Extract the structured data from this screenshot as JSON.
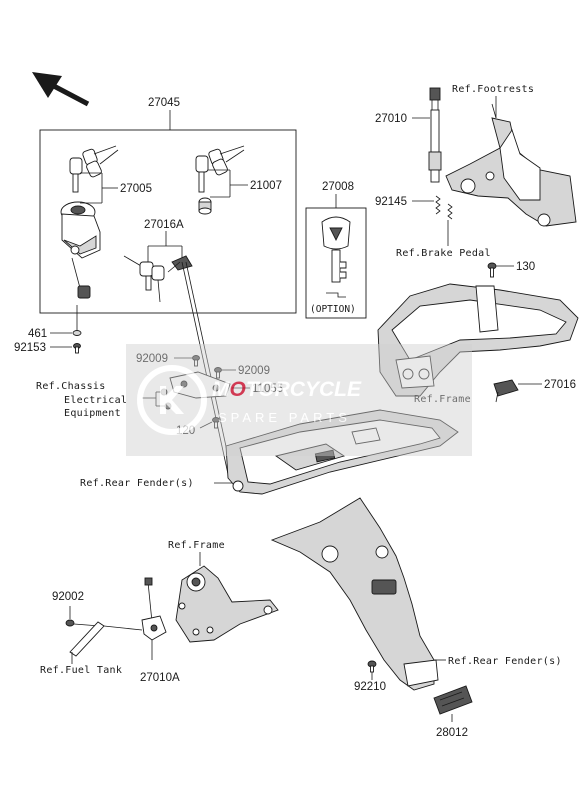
{
  "part_numbers": {
    "p27045": "27045",
    "p27005": "27005",
    "p21007": "21007",
    "p27016A": "27016A",
    "p27008": "27008",
    "p27010": "27010",
    "p92145": "92145",
    "p130": "130",
    "p461": "461",
    "p92153": "92153",
    "p92009a": "92009",
    "p92009b": "92009",
    "p11055": "11055",
    "p120": "120",
    "p27016": "27016",
    "p92002": "92002",
    "p27010A": "27010A",
    "p92210": "92210",
    "p28012": "28012"
  },
  "references": {
    "footrests": "Ref.Footrests",
    "brake_pedal": "Ref.Brake Pedal",
    "chassis_1": "Ref.Chassis",
    "chassis_2": "Electrical",
    "chassis_3": "Equipment",
    "frame_right": "Ref.Frame",
    "rear_fender_left": "Ref.Rear Fender(s)",
    "frame_lower": "Ref.Frame",
    "fuel_tank": "Ref.Fuel Tank",
    "rear_fender_right": "Ref.Rear Fender(s)"
  },
  "option_label": "(OPTION)",
  "watermark": {
    "title": "MOTORCYCLE",
    "subtitle": "SPARE PARTS",
    "accent_color": "#c8102e"
  }
}
